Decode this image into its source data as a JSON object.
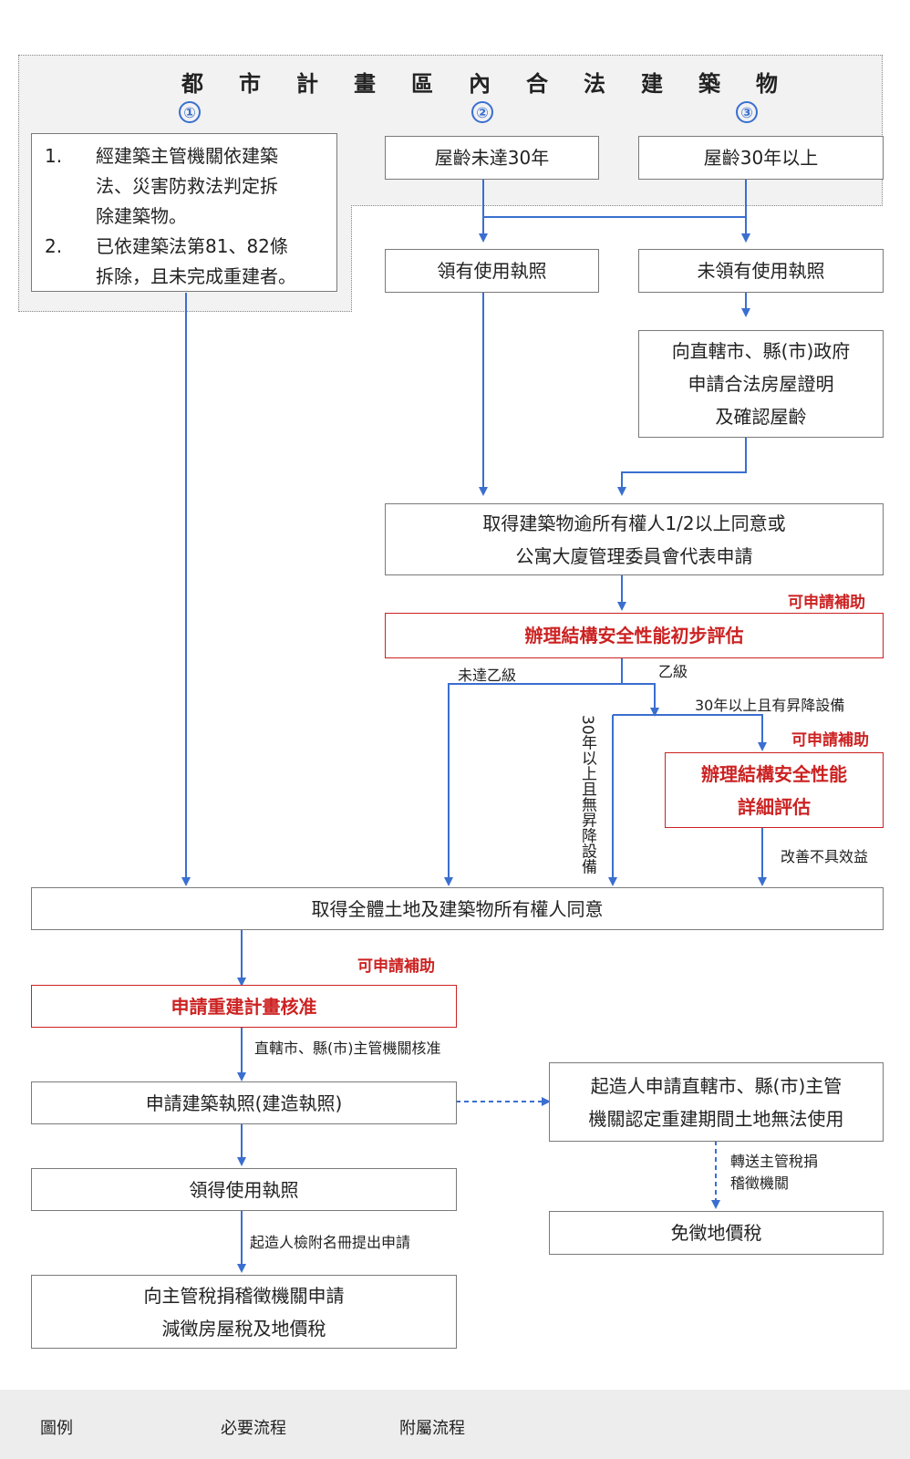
{
  "zone_title": "都市計畫區內合法建築物",
  "markers": [
    "①",
    "②",
    "③"
  ],
  "criteria": {
    "items": [
      {
        "num": "1.",
        "line1": "經建築主管機關依建築",
        "line2": "法、災害防救法判定拆",
        "line3": "除建築物。"
      },
      {
        "num": "2.",
        "line1": "已依建築法第81、82條",
        "line2": "拆除，且未完成重建者。"
      }
    ]
  },
  "boxes": {
    "age_under30": "屋齡未達30年",
    "age_over30": "屋齡30年以上",
    "has_license": "領有使用執照",
    "no_license": "未領有使用執照",
    "apply_proof_l1": "向直轄市、縣(市)政府",
    "apply_proof_l2": "申請合法房屋證明",
    "apply_proof_l3": "及確認屋齡",
    "consent_half_l1": "取得建築物逾所有權人1/2以上同意或",
    "consent_half_l2": "公寓大廈管理委員會代表申請",
    "prelim_eval": "辦理結構安全性能初步評估",
    "detail_eval_l1": "辦理結構安全性能",
    "detail_eval_l2": "詳細評估",
    "consent_all": "取得全體土地及建築物所有權人同意",
    "apply_plan": "申請重建計畫核准",
    "apply_permit": "申請建築執照(建造執照)",
    "get_license": "領得使用執照",
    "tax_reduce_l1": "向主管稅捐稽徵機關申請",
    "tax_reduce_l2": "減徵房屋稅及地價稅",
    "land_unusable_l1": "起造人申請直轄市、縣(市)主管",
    "land_unusable_l2": "機關認定重建期間土地無法使用",
    "land_tax_exempt": "免徵地價稅"
  },
  "labels": {
    "subsidy": "可申請補助",
    "below_b": "未達乙級",
    "grade_b": "乙級",
    "over30_elevator": "30年以上且有昇降設備",
    "over30_no_elevator": "30年以上且無昇降設備",
    "no_benefit": "改善不具效益",
    "approve_by": "直轄市、縣(市)主管機關核准",
    "submit_list": "起造人檢附名冊提出申請",
    "transfer_tax_l1": "轉送主管稅捐",
    "transfer_tax_l2": "稽徵機關"
  },
  "legend": {
    "title": "圖例",
    "required": "必要流程",
    "auxiliary": "附屬流程"
  },
  "colors": {
    "arrow": "#3a6fd0",
    "emphasis": "#cc2222",
    "zone": "#f2f2f2"
  }
}
